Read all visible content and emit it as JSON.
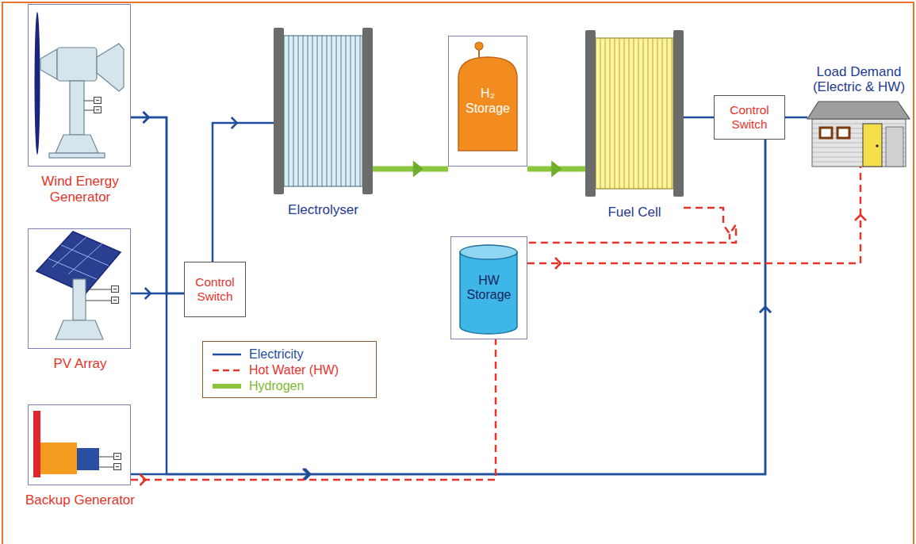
{
  "diagram": {
    "nodes": [
      {
        "text": [
          "Wind Energy Generator"
        ]
      },
      {
        "text": [
          "PV Array"
        ]
      },
      {
        "text": [
          "Control Switch"
        ]
      },
      {
        "text": [
          "Electrolyser"
        ]
      },
      {
        "text": [
          "H₂ Storage"
        ]
      },
      {
        "text": [
          "Fuel Cell"
        ]
      },
      {
        "text": [
          "Control Switch"
        ]
      },
      {
        "text": [
          "Load Demand (Electric & HW)"
        ]
      },
      {
        "text": [
          "HW Storage"
        ]
      },
      {
        "text": [
          "Backup Generator"
        ]
      }
    ],
    "edges": [
      {
        "from": 0,
        "to": 2,
        "arrow": "to"
      },
      {
        "from": 1,
        "to": 2,
        "arrow": "to"
      },
      {
        "from": 0,
        "to": 6,
        "arrow": "to"
      },
      {
        "from": 9,
        "to": 6,
        "arrow": "to"
      },
      {
        "from": 2,
        "to": 3,
        "arrow": "to"
      },
      {
        "from": 3,
        "to": 4,
        "arrow": "to"
      },
      {
        "from": 4,
        "to": 5,
        "arrow": "to"
      },
      {
        "from": 5,
        "to": 6,
        "arrow": "none"
      },
      {
        "from": 6,
        "to": 7,
        "arrow": "none"
      },
      {
        "from": 5,
        "to": 8,
        "arrow": "none"
      },
      {
        "from": 8,
        "to": 7,
        "arrow": "to"
      },
      {
        "from": 9,
        "to": 8,
        "arrow": "to"
      }
    ],
    "legend": [
      {
        "text": "Electricity"
      },
      {
        "text": "Hot Water (HW)"
      },
      {
        "text": "Hydrogen"
      }
    ]
  }
}
